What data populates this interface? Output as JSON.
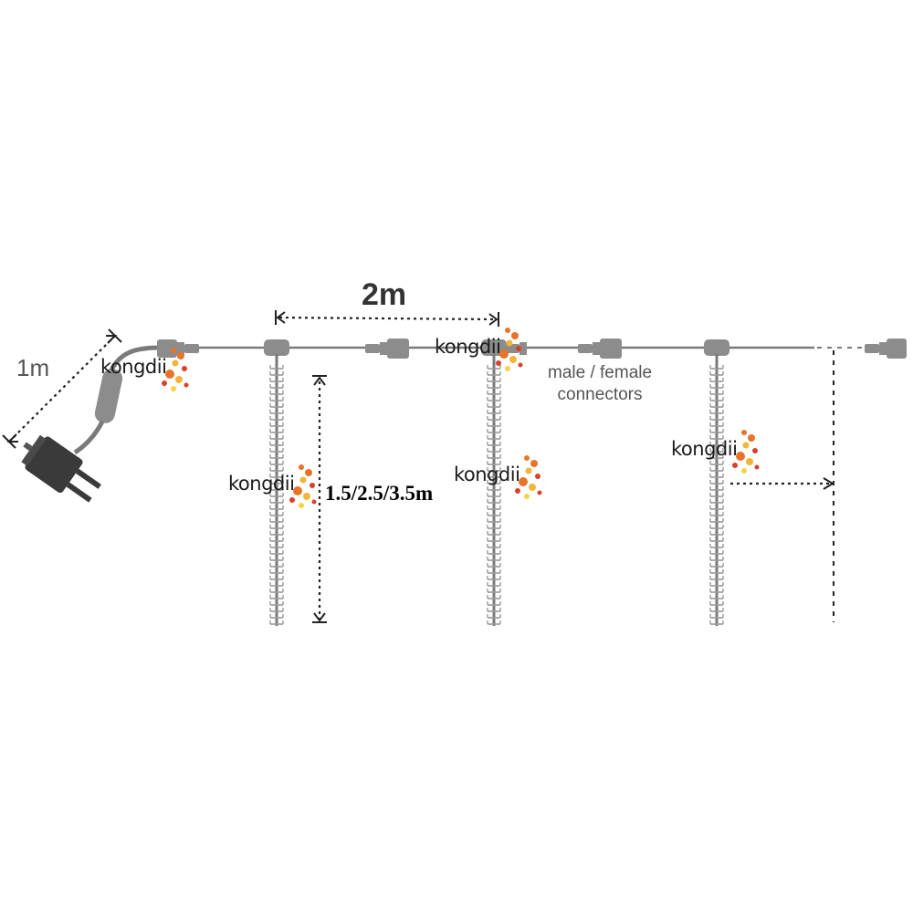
{
  "dimensions": {
    "lead_cable": "1m",
    "spacing": "2m",
    "drop_length": "1.5/2.5/3.5m"
  },
  "connectors_label": {
    "line1": "male / female",
    "line2": "connectors"
  },
  "brand": {
    "name": "kongdii",
    "dot_colors": [
      "#e8742a",
      "#f2b53a",
      "#d9412a",
      "#f6d24a"
    ]
  },
  "colors": {
    "cable": "#7a7a7a",
    "connector": "#8c8c8c",
    "plug": "#3a3a3a",
    "arrow": "#222222"
  },
  "icons": [
    "power-plug-icon",
    "cable-connector-icon",
    "dimension-arrow-icon",
    "brand-logo-icon"
  ]
}
